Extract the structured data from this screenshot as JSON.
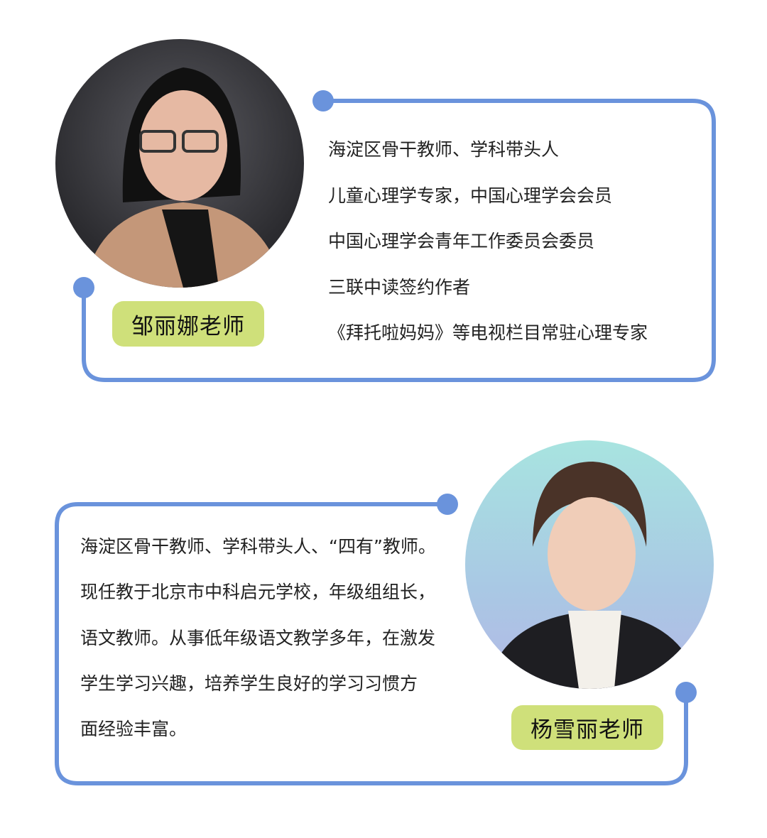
{
  "colors": {
    "accent_line": "#6a93dc",
    "badge": "#cfe07a"
  },
  "teachers": [
    {
      "name": "邹丽娜老师",
      "lines": [
        "海淀区骨干教师、学科带头人",
        "儿童心理学专家，中国心理学会会员",
        "中国心理学会青年工作委员会委员",
        "三联中读签约作者",
        "《拜托啦妈妈》等电视栏目常驻心理专家"
      ]
    },
    {
      "name": "杨雪丽老师",
      "lines": [
        "海淀区骨干教师、学科带头人、“四有”教师。",
        "现任教于北京市中科启元学校，年级组组长，",
        "语文教师。从事低年级语文教学多年，在激发",
        "学生学习兴趣，培养学生良好的学习习惯方",
        "面经验丰富。"
      ]
    }
  ]
}
